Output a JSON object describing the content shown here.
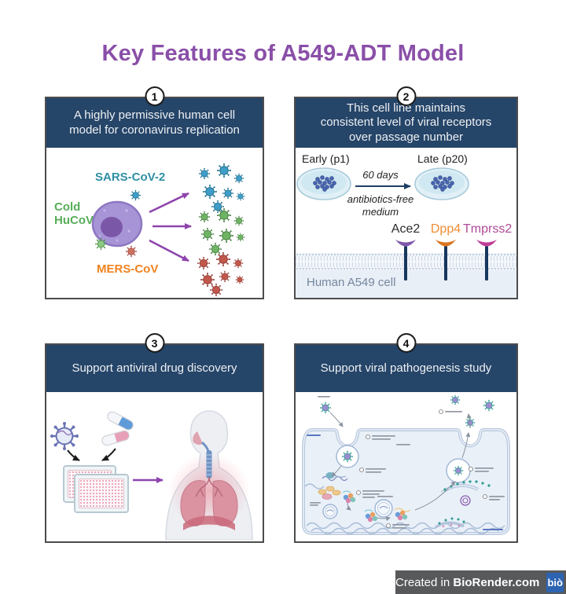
{
  "title": "Key Features of A549-ADT Model",
  "panels": [
    {
      "number": "1",
      "lines": [
        "A highly permissive human cell",
        "model for coronavirus replication"
      ]
    },
    {
      "number": "2",
      "lines": [
        "This cell line maintains",
        "consistent level of viral receptors",
        "over passage number"
      ]
    },
    {
      "number": "3",
      "lines": [
        "Support antiviral drug discovery"
      ]
    },
    {
      "number": "4",
      "lines": [
        "Support viral pathogenesis study"
      ]
    }
  ],
  "panel1": {
    "virus_top_label": "SARS-CoV-2",
    "virus_left_label_line1": "Cold",
    "virus_left_label_line2": "HuCoV",
    "virus_bottom_label": "MERS-CoV"
  },
  "panel2": {
    "early_label": "Early (p1)",
    "late_label": "Late (p20)",
    "arrow_label_top": "60 days",
    "arrow_label_bottom": "antibiotics-free medium",
    "receptors": [
      {
        "name": "Ace2"
      },
      {
        "name": "Dpp4"
      },
      {
        "name": "Tmprss2"
      }
    ],
    "cell_label": "Human A549 cell"
  },
  "footer": {
    "created_in": "Created in ",
    "brand": "BioRender.com",
    "logo": "biò"
  },
  "colors": {
    "title-purple": "#8a4fa8",
    "header-navy": "#254569",
    "teal": "#2e8fa3",
    "green": "#56ae57",
    "orange": "#f0821f",
    "arrow-purple": "#8e44ad",
    "navy-arrow": "#1f3f66",
    "virus-blue": "#3f9ec9",
    "virus-green": "#6fb464",
    "virus-red": "#c2584c",
    "receptor-ace2": "#7e57a8",
    "receptor-dpp4": "#d9751f",
    "receptor-tmprss2": "#bf3d96",
    "stem-navy": "#16375e",
    "dpp4-label": "#f08c33",
    "tmprss2-label": "#b04a97",
    "cell-label": "#74869d",
    "footer-gray": "#58595b",
    "logo-blue": "#2d64b2"
  }
}
